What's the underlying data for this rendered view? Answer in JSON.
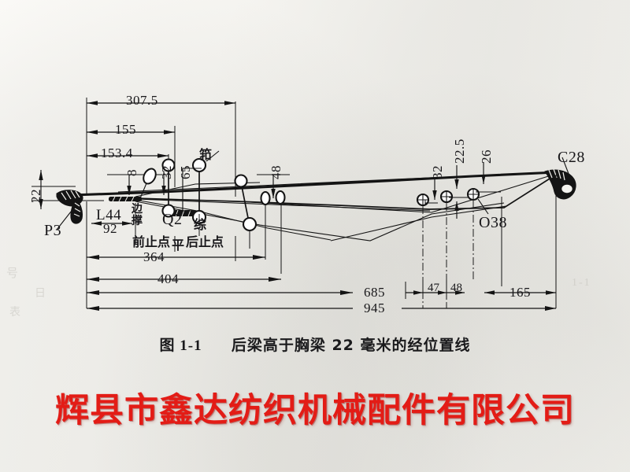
{
  "figure": {
    "caption_number": "图 1-1",
    "caption_text": "后梁高于胸梁 22 毫米的经位置线",
    "watermark": "辉县市鑫达纺织机械配件有限公司"
  },
  "dimensions": {
    "top": [
      {
        "id": "d3075",
        "value": "307.5"
      },
      {
        "id": "d155",
        "value": "155"
      },
      {
        "id": "d1534",
        "value": "153.4"
      }
    ],
    "vertical_left": [
      {
        "id": "v22",
        "value": "22"
      },
      {
        "id": "v8",
        "value": "8"
      }
    ],
    "vertical_mid": [
      {
        "id": "v32a",
        "value": "32"
      },
      {
        "id": "v65",
        "value": "65"
      },
      {
        "id": "v48",
        "value": "48"
      }
    ],
    "vertical_right": [
      {
        "id": "v32b",
        "value": "32"
      },
      {
        "id": "v225",
        "value": "22.5"
      },
      {
        "id": "v26",
        "value": "26"
      }
    ],
    "lower": [
      {
        "id": "d92",
        "value": "92"
      },
      {
        "id": "d364",
        "value": "364"
      },
      {
        "id": "d404",
        "value": "404"
      },
      {
        "id": "d685",
        "value": "685"
      },
      {
        "id": "d47",
        "value": "47"
      },
      {
        "id": "d48b",
        "value": "48"
      },
      {
        "id": "d165",
        "value": "165"
      },
      {
        "id": "d945",
        "value": "945"
      }
    ]
  },
  "parts": {
    "p3": "P3",
    "l44": "L44",
    "q2": "Q2",
    "c28": "C28",
    "o38": "O38"
  },
  "labels": {
    "reed": "筘",
    "temple": "边撑",
    "heald": "综",
    "front_stop": "前止点",
    "level": "平",
    "back_stop": "后止点"
  },
  "showthrough": [
    "号",
    "日",
    "表",
    "1-1"
  ],
  "colors": {
    "ink": "#141414",
    "paper": "#f4f3ef",
    "watermark_red": "#e31c16"
  }
}
